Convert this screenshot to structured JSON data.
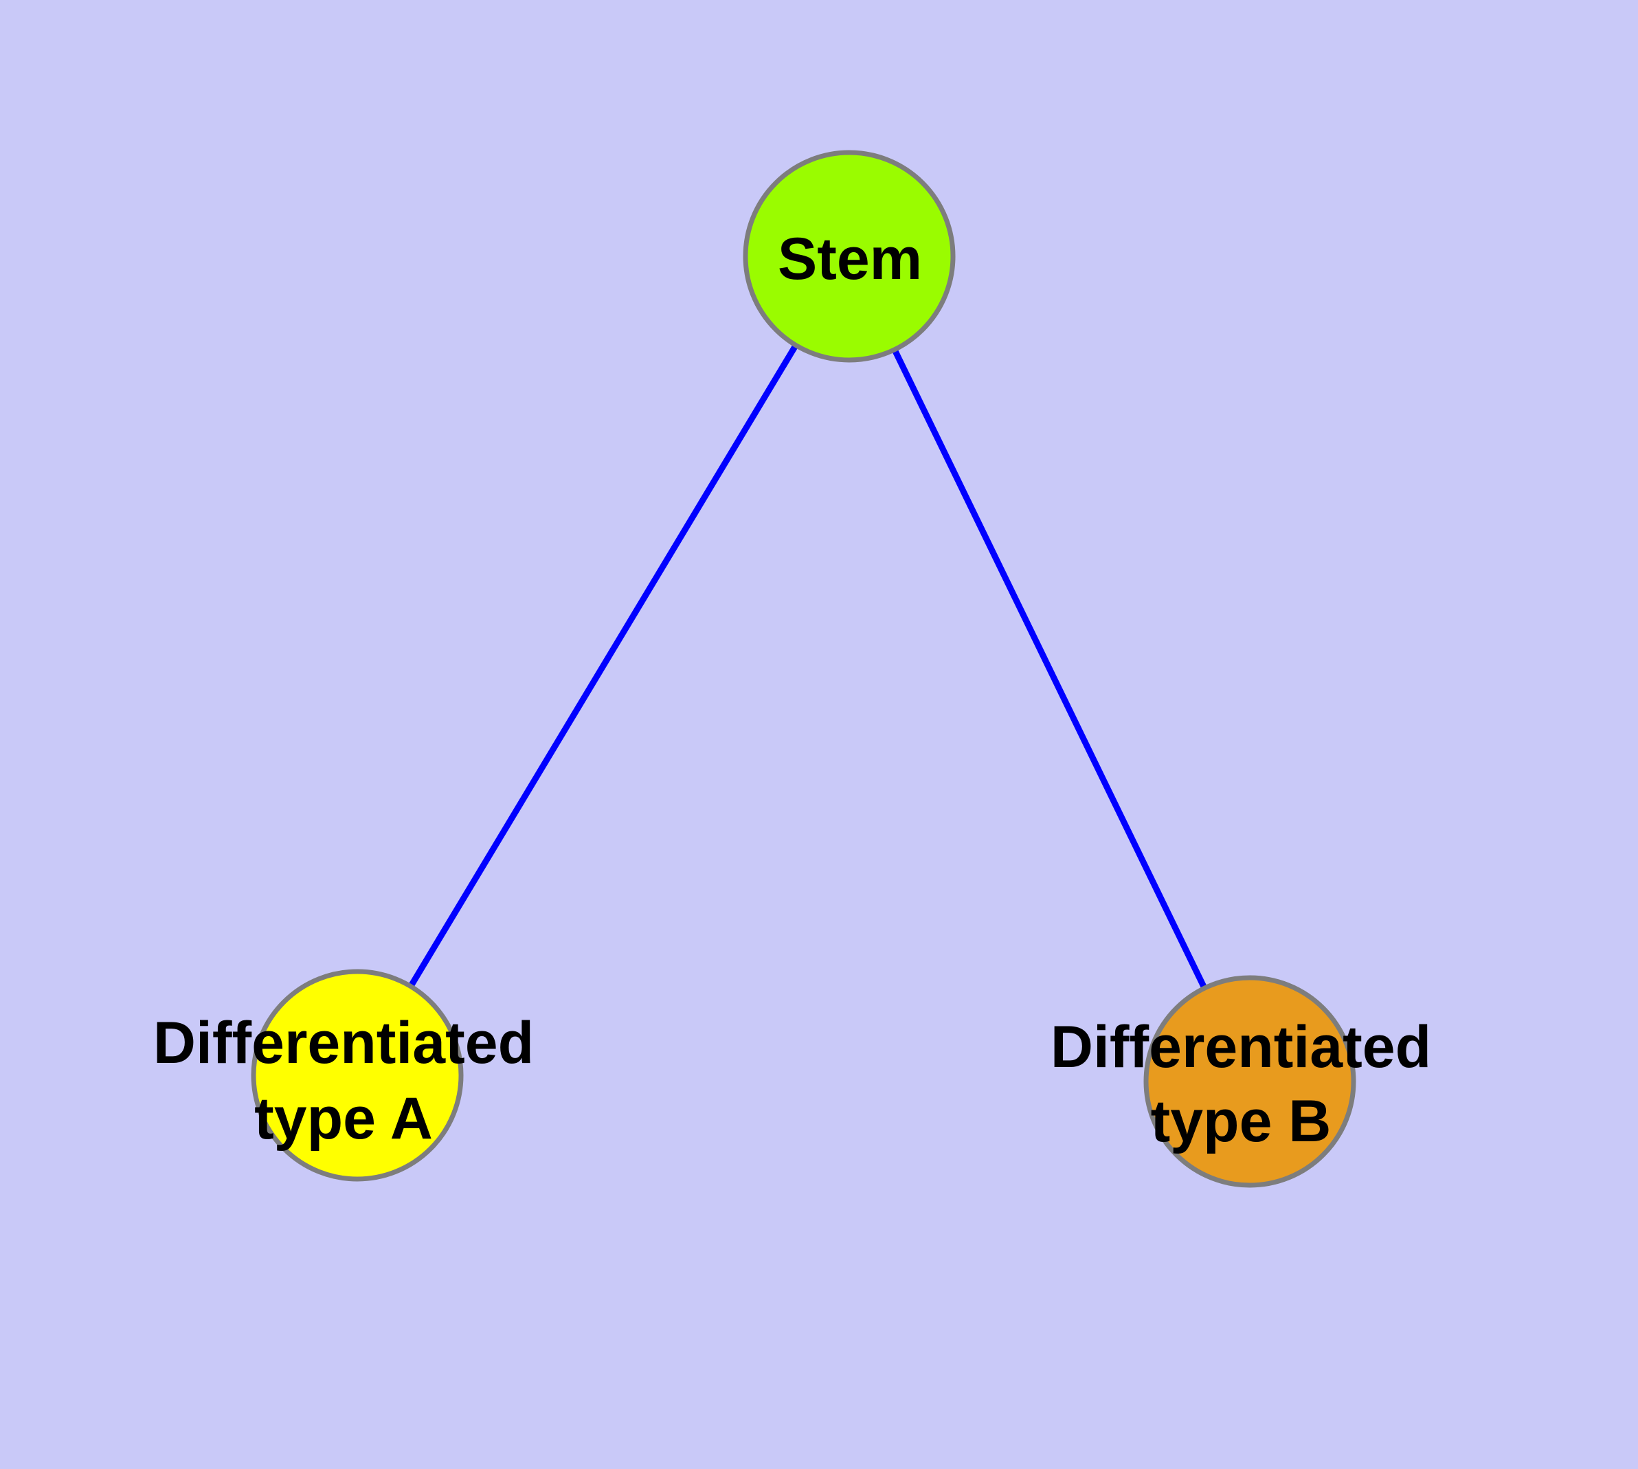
{
  "diagram": {
    "background_color": "#c9c9f8",
    "edge_color": "#0000ff",
    "node_border_color": "#7d7d7d",
    "text_color": "#000000",
    "nodes": {
      "stem": {
        "label": "Stem",
        "fill": "#9afc00"
      },
      "type_a": {
        "label_line1": "Differentiated",
        "label_line2": "type A",
        "fill": "#ffff00"
      },
      "type_b": {
        "label_line1": "Differentiated",
        "label_line2": "type B",
        "fill": "#e89b1e"
      }
    },
    "edges": [
      {
        "from": "Stem",
        "to": "Differentiated type A"
      },
      {
        "from": "Stem",
        "to": "Differentiated type B"
      }
    ]
  }
}
